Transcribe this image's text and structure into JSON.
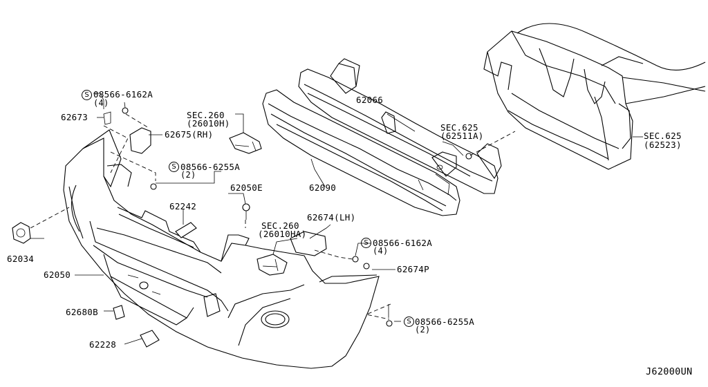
{
  "diagram_id": "J62000UN",
  "labels": {
    "p62673": "62673",
    "p08566_6162A_top": "08566-6162A",
    "p08566_6162A_top_qty": "(4)",
    "sec260_rh": "SEC.260",
    "sec260_rh_ref": "(26010H)",
    "p62675_rh": "62675(RH)",
    "p08566_6255A_top": "08566-6255A",
    "p08566_6255A_top_qty": "(2)",
    "p62066": "62066",
    "p62090": "62090",
    "sec625_mid": "SEC.625",
    "sec625_mid_ref": "(62511A)",
    "sec625_right": "SEC.625",
    "sec625_right_ref": "(62523)",
    "p62050E": "62050E",
    "p62242": "62242",
    "p62034": "62034",
    "sec260_lh": "SEC.260",
    "sec260_lh_ref": "(26010HA)",
    "p62674_lh": "62674(LH)",
    "p08566_6162A_bot": "08566-6162A",
    "p08566_6162A_bot_qty": "(4)",
    "p62674P": "62674P",
    "p62050": "62050",
    "p62680B": "62680B",
    "p62228": "62228",
    "p08566_6255A_bot": "08566-6255A",
    "p08566_6255A_bot_qty": "(2)"
  },
  "symbols": {
    "screw_marker": "S"
  }
}
